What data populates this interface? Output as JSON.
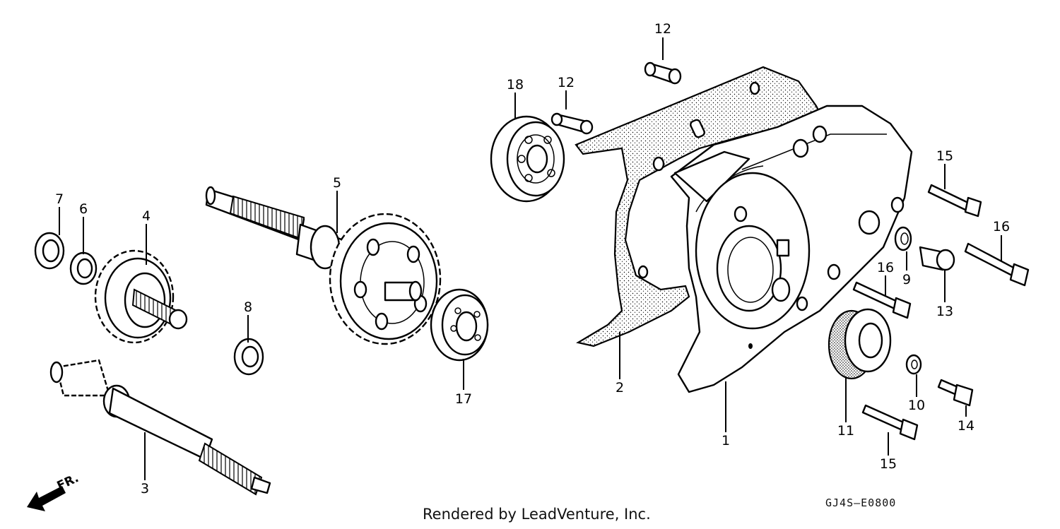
{
  "diagram": {
    "callouts": {
      "c1": "1",
      "c2": "2",
      "c3": "3",
      "c4": "4",
      "c5": "5",
      "c6": "6",
      "c7": "7",
      "c8": "8",
      "c9": "9",
      "c10": "10",
      "c11": "11",
      "c12a": "12",
      "c12b": "12",
      "c13": "13",
      "c14": "14",
      "c15a": "15",
      "c15b": "15",
      "c16a": "16",
      "c16b": "16",
      "c17": "17",
      "c18": "18"
    },
    "front_marker": "FR.",
    "drawing_code": "GJ4S–E0800",
    "credit": "Rendered by LeadVenture, Inc."
  }
}
